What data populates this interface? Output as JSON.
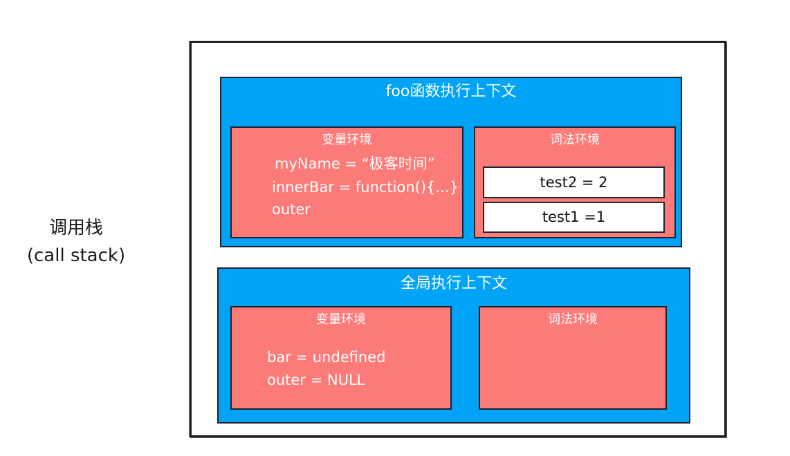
{
  "call_stack": {
    "label_line1": "调用栈",
    "label_line2": "(call stack)"
  },
  "foo_context": {
    "title": "foo函数执行上下文",
    "variable_env": {
      "title": "变量环境",
      "lines": [
        "myName = “极客时间”",
        "innerBar = function(){...}",
        "outer"
      ]
    },
    "lexical_env": {
      "title": "词法环境",
      "slots": [
        "test2 = 2",
        "test1 =1"
      ]
    }
  },
  "global_context": {
    "title": "全局执行上下文",
    "variable_env": {
      "title": "变量环境",
      "lines": [
        "bar =  undefined",
        "outer = NULL"
      ]
    },
    "lexical_env": {
      "title": "词法环境"
    }
  },
  "colors": {
    "context_fill": "#00a3f5",
    "environment_fill": "#fc7a78",
    "slot_fill": "#ffffff",
    "outline": "#1b2330"
  }
}
